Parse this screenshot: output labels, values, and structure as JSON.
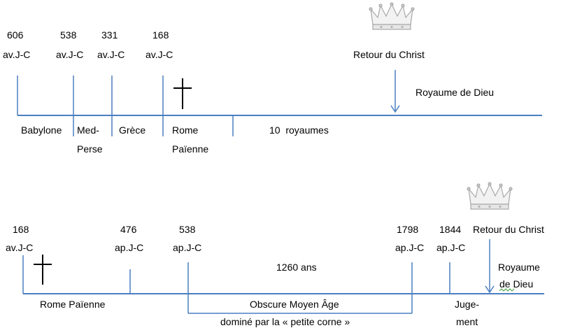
{
  "colors": {
    "timeline": "#4a7fc1",
    "text": "#000000",
    "crown": "#b8b8b8",
    "cross": "#000000",
    "squiggle": "#3f9f3f"
  },
  "icons": {
    "crown": "crown-icon",
    "cross": "cross-icon"
  },
  "top": {
    "dates": [
      {
        "year": "606",
        "era": "av.J-C"
      },
      {
        "year": "538",
        "era": "av.J-C"
      },
      {
        "year": "331",
        "era": "av.J-C"
      },
      {
        "year": "168",
        "era": "av.J-C"
      }
    ],
    "return_label": "Retour du Christ",
    "kingdom_label": "Royaume de Dieu",
    "periods": {
      "babylone": "Babylone",
      "medperse_1": "Med-",
      "medperse_2": "Perse",
      "grece": "Grèce",
      "rome_1": "Rome",
      "rome_2": "Païenne",
      "royaumes": "10  royaumes"
    }
  },
  "bottom": {
    "dates": [
      {
        "year": "168",
        "era": "av.J-C"
      },
      {
        "year": "476",
        "era": "ap.J-C"
      },
      {
        "year": "538",
        "era": "ap.J-C"
      },
      {
        "year": "1798",
        "era": "ap.J-C"
      },
      {
        "year": "1844",
        "era": "ap.J-C"
      }
    ],
    "return_label": "Retour du Christ",
    "kingdom_1": "Royaume",
    "kingdom_2": "de Dieu",
    "years_label": "1260 ans",
    "rome_label": "Rome Païenne",
    "middle_ages": "Obscure Moyen Âge",
    "little_horn": "dominé par la « petite corne »",
    "judgment_1": "Juge-",
    "judgment_2": "ment"
  }
}
